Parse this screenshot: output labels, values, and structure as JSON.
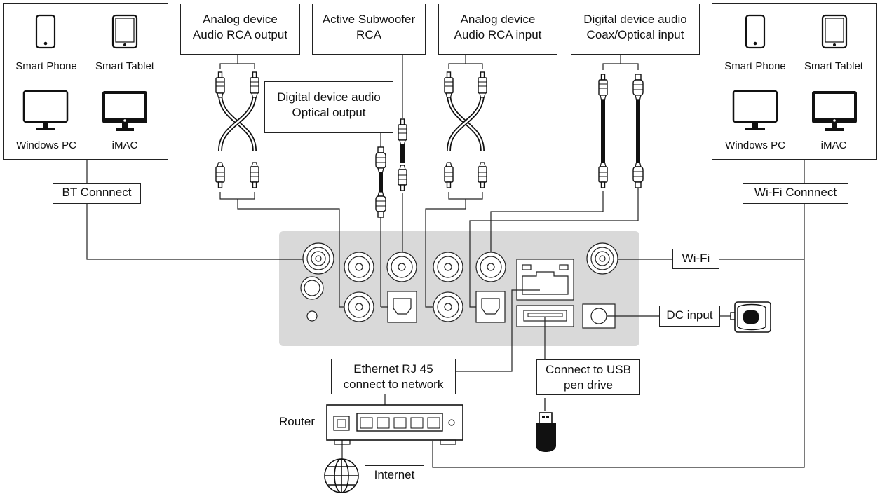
{
  "left_devices": {
    "smart_phone": "Smart Phone",
    "smart_tablet": "Smart Tablet",
    "windows_pc": "Windows PC",
    "imac": "iMAC"
  },
  "right_devices": {
    "smart_phone": "Smart Phone",
    "smart_tablet": "Smart Tablet",
    "windows_pc": "Windows PC",
    "imac": "iMAC"
  },
  "labels": {
    "analog_out_line1": "Analog device",
    "analog_out_line2": "Audio RCA output",
    "subwoofer_line1": "Active Subwoofer",
    "subwoofer_line2": "RCA",
    "analog_in_line1": "Analog device",
    "analog_in_line2": "Audio RCA input",
    "digital_coax_line1": "Digital device audio",
    "digital_coax_line2": "Coax/Optical input",
    "digital_optical_line1": "Digital device audio",
    "digital_optical_line2": "Optical output",
    "bt_connect": "BT Connnect",
    "wifi_connect": "Wi-Fi Connnect",
    "wifi": "Wi-Fi",
    "dc_input": "DC input",
    "ethernet_line1": "Ethernet RJ 45",
    "ethernet_line2": "connect to network",
    "usb_line1": "Connect to USB",
    "usb_line2": "pen drive",
    "router": "Router",
    "internet": "Internet"
  },
  "colors": {
    "panel": "#d9d9d9",
    "line": "#222222",
    "cable": "#111111"
  }
}
